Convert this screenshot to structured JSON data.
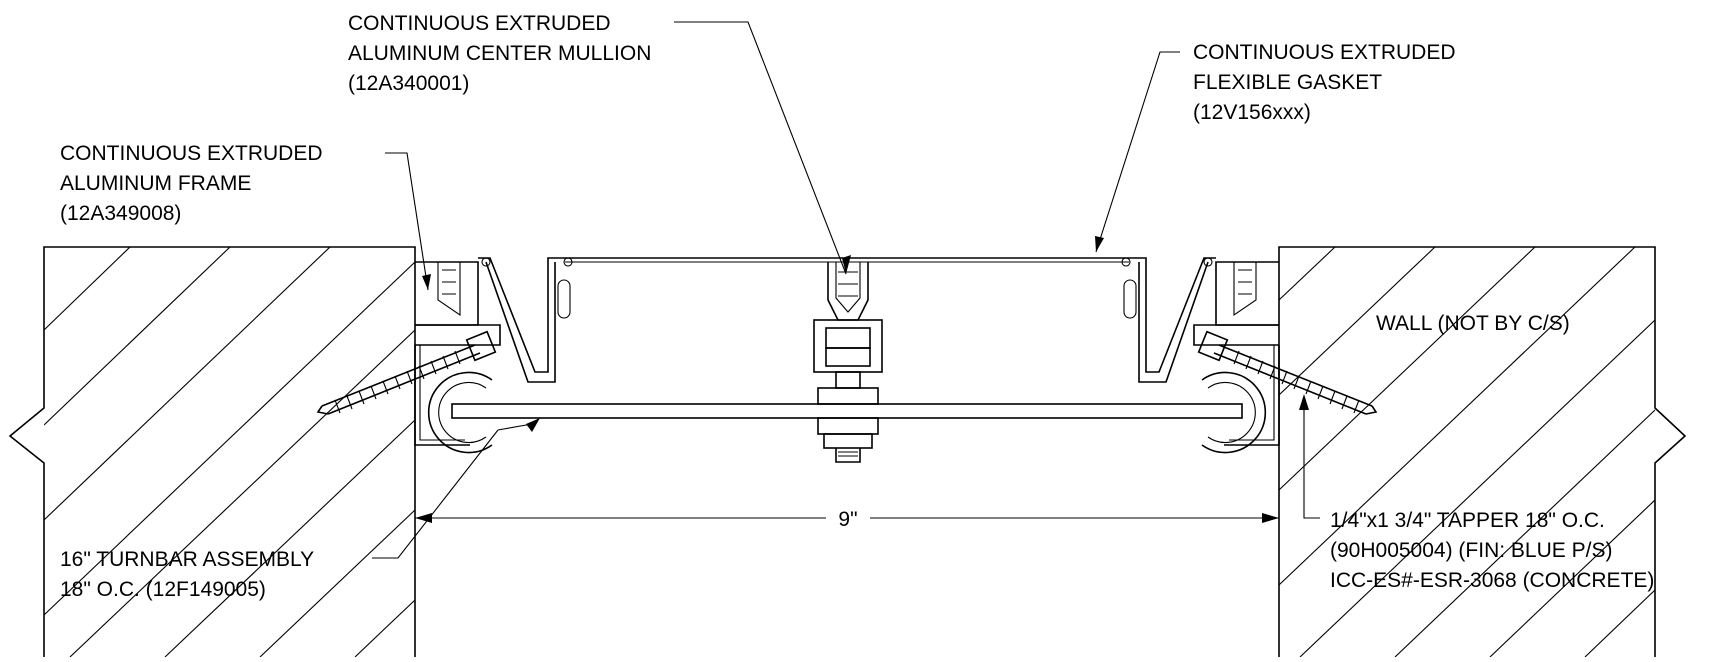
{
  "labels": {
    "frame": [
      "CONTINUOUS EXTRUDED",
      "ALUMINUM FRAME",
      "(12A349008)"
    ],
    "mullion": [
      "CONTINUOUS EXTRUDED",
      "ALUMINUM CENTER MULLION",
      "(12A340001)"
    ],
    "gasket": [
      "CONTINUOUS EXTRUDED",
      "FLEXIBLE GASKET",
      "(12V156xxx)"
    ],
    "wall": "WALL (NOT BY C/S)",
    "turnbar": [
      "16\" TURNBAR ASSEMBLY",
      "18\" O.C. (12F149005)"
    ],
    "tapper": [
      "1/4\"x1 3/4\" TAPPER 18\" O.C.",
      "(90H005004) (FIN: BLUE P/S)",
      "ICC-ES#-ESR-3068 (CONCRETE)"
    ],
    "dimension": "9\""
  },
  "colors": {
    "line": "#000000",
    "background": "#ffffff"
  }
}
